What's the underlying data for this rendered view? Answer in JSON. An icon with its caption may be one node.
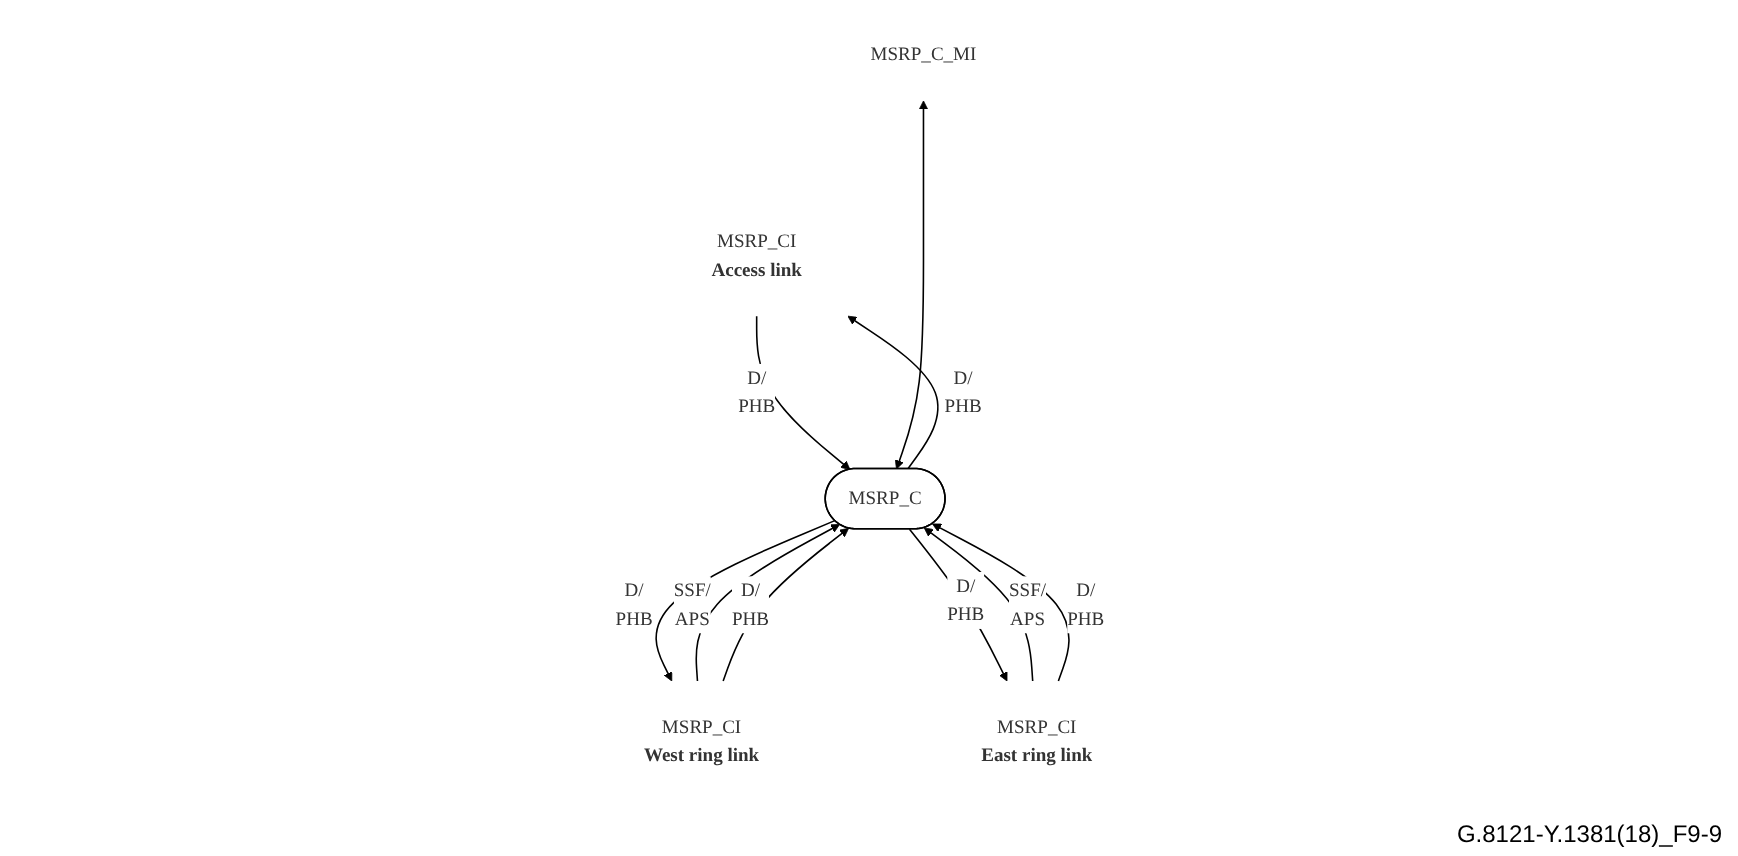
{
  "diagram": {
    "nodes": [
      {
        "text": [
          "MSRP_CI"
        ],
        "beside": [
          "Access link"
        ]
      },
      {
        "text": [
          "MSRP_C_MI"
        ]
      },
      {
        "text": [
          "MSRP_C"
        ]
      },
      {
        "text": [
          "MSRP_CI"
        ],
        "beside": [
          "West ring link"
        ]
      },
      {
        "text": [
          "MSRP_CI"
        ],
        "beside": [
          "East ring link"
        ]
      }
    ],
    "edges": [
      {
        "from": 2,
        "to": 0,
        "arrow": "to",
        "label": "D/ PHB"
      },
      {
        "from": 0,
        "to": 2,
        "arrow": "to",
        "label": "D/ PHB"
      },
      {
        "from": 1,
        "to": 2,
        "arrow": "both"
      },
      {
        "from": 3,
        "to": 2,
        "arrow": "to",
        "label": "SSF/ APS"
      },
      {
        "from": 3,
        "to": 2,
        "arrow": "to",
        "label": "D/ PHB"
      },
      {
        "from": 2,
        "to": 3,
        "arrow": "to",
        "label": "D/ PHB"
      },
      {
        "from": 4,
        "to": 2,
        "arrow": "to",
        "label": "SSF/ APS"
      },
      {
        "from": 4,
        "to": 2,
        "arrow": "to",
        "label": "D/ PHB"
      },
      {
        "from": 2,
        "to": 4,
        "arrow": "to",
        "label": "D/ PHB"
      }
    ],
    "labels": [
      "G.8121-Y.1381(18)_F9-9"
    ]
  }
}
